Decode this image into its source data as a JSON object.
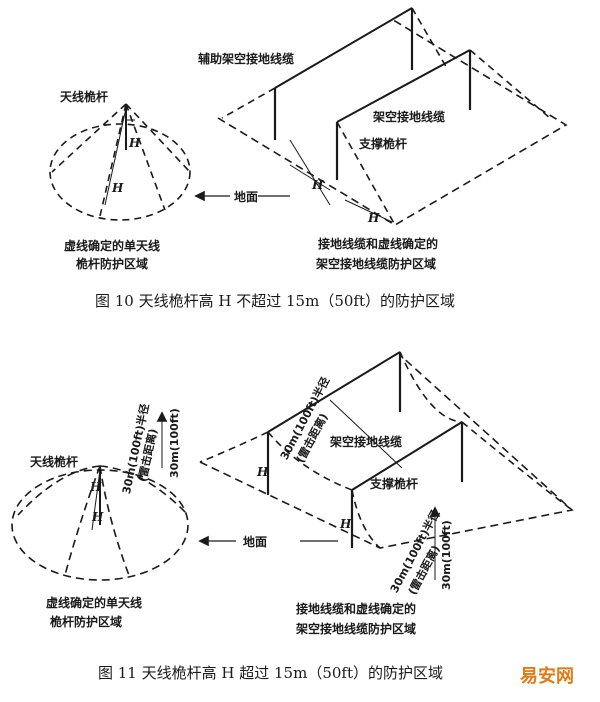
{
  "fig10": {
    "mast_label": "天线桅杆",
    "aux_cable_label": "辅助架空接地线缆",
    "cable_label": "架空接地线缆",
    "support_label": "支撑桅杆",
    "ground_label": "地面",
    "h": "H",
    "single_zone_line1": "虚线确定的单天线",
    "single_zone_line2": "桅杆防护区域",
    "cable_zone_line1": "接地线缆和虚线确定的",
    "cable_zone_line2": "架空接地线缆防护区域",
    "caption": "图 10   天线桅杆高 H 不超过 15m（50ft）的防护区域"
  },
  "fig11": {
    "mast_label": "天线桅杆",
    "radius_label": "30m(100ft)半径",
    "strike_label": "(雷击距离)",
    "dist_label": "30m(100ft)",
    "cable_label": "架空接地线缆",
    "support_label": "支撑桅杆",
    "ground_label": "地面",
    "h": "H",
    "single_zone_line1": "虚线确定的单天线",
    "single_zone_line2": "桅杆防护区域",
    "cable_zone_line1": "接地线缆和虚线确定的",
    "cable_zone_line2": "架空接地线缆防护区域",
    "caption": "图 11   天线桅杆高 H 超过 15m（50ft）的防护区域"
  },
  "watermark": "易安网",
  "colors": {
    "ink": "#1a1a1a",
    "watermark": "#e07b18"
  }
}
